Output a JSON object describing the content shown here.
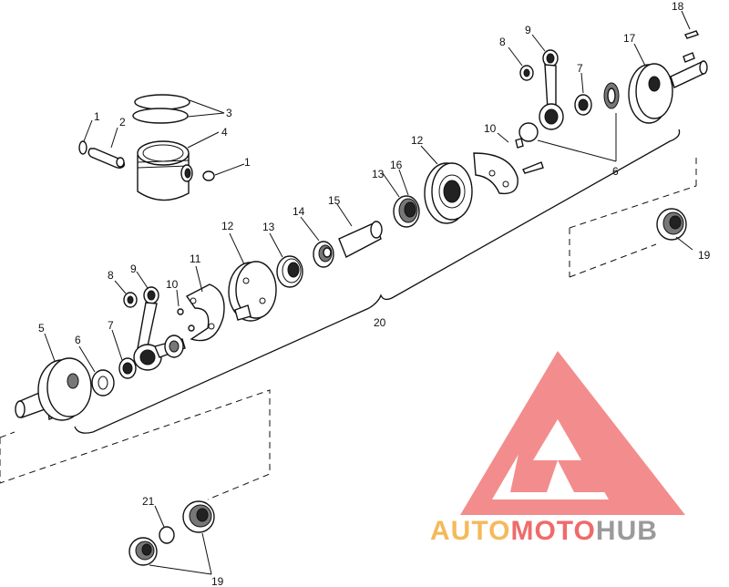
{
  "callouts": {
    "c1a": "1",
    "c1b": "1",
    "c2": "2",
    "c3": "3",
    "c4": "4",
    "c5": "5",
    "c6a": "6",
    "c6b": "6",
    "c7a": "7",
    "c7b": "7",
    "c8a": "8",
    "c8b": "8",
    "c9a": "9",
    "c9b": "9",
    "c10a": "10",
    "c10b": "10",
    "c11": "11",
    "c12a": "12",
    "c12b": "12",
    "c13a": "13",
    "c13b": "13",
    "c14": "14",
    "c15": "15",
    "c16": "16",
    "c17": "17",
    "c18": "18",
    "c19a": "19",
    "c19b": "19",
    "c20": "20",
    "c21": "21"
  },
  "watermark": {
    "auto": "AUTO",
    "moto": "MOTO",
    "hub": "HUB",
    "colors": {
      "auto": "#f5b95c",
      "moto": "#f06a6a",
      "hub": "#9a9a9a",
      "logo": "#f27a7a"
    }
  }
}
